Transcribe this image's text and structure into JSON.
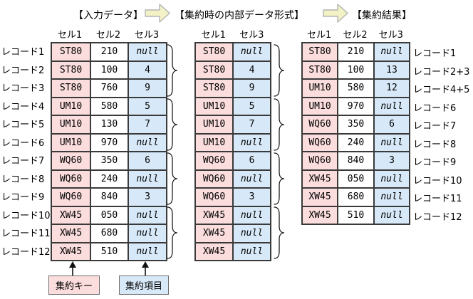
{
  "titles": {
    "input": "【入力データ】",
    "internal": "【集約時の内部データ形式】",
    "result": "【集約結果】"
  },
  "colors": {
    "key_bg": "#fbdddd",
    "item_bg": "#d7e9f8",
    "plain_bg": "#ffffff",
    "grid": "#3a3a3a",
    "arrow_fill": "#f2f2c6",
    "arrow_stroke": "#b3b3b3",
    "brace": "#1a1a1a"
  },
  "input_table": {
    "headers": [
      "セル1",
      "セル2",
      "セル3"
    ],
    "row_labels": [
      "レコード1",
      "レコード2",
      "レコード3",
      "レコード4",
      "レコード5",
      "レコード6",
      "レコード7",
      "レコード8",
      "レコード9",
      "レコード10",
      "レコード11",
      "レコード12"
    ],
    "rows": [
      [
        "ST80",
        "210",
        "null"
      ],
      [
        "ST80",
        "100",
        "4"
      ],
      [
        "ST80",
        "760",
        "9"
      ],
      [
        "UM10",
        "580",
        "5"
      ],
      [
        "UM10",
        "130",
        "7"
      ],
      [
        "UM10",
        "970",
        "null"
      ],
      [
        "WQ60",
        "350",
        "6"
      ],
      [
        "WQ60",
        "240",
        "null"
      ],
      [
        "WQ60",
        "840",
        "3"
      ],
      [
        "XW45",
        "050",
        "null"
      ],
      [
        "XW45",
        "680",
        "null"
      ],
      [
        "XW45",
        "510",
        "null"
      ]
    ]
  },
  "internal_table": {
    "headers": [
      "セル1",
      "セル3"
    ],
    "rows": [
      [
        "ST80",
        "null"
      ],
      [
        "ST80",
        "4"
      ],
      [
        "ST80",
        "9"
      ],
      [
        "UM10",
        "5"
      ],
      [
        "UM10",
        "7"
      ],
      [
        "UM10",
        "null"
      ],
      [
        "WQ60",
        "6"
      ],
      [
        "WQ60",
        "null"
      ],
      [
        "WQ60",
        "3"
      ],
      [
        "XW45",
        "null"
      ],
      [
        "XW45",
        "null"
      ],
      [
        "XW45",
        "null"
      ]
    ]
  },
  "result_table": {
    "headers": [
      "セル1",
      "セル2",
      "セル3"
    ],
    "row_labels": [
      "レコード1",
      "レコード2+3",
      "レコード4+5",
      "レコード6",
      "レコード7",
      "レコード8",
      "レコード9",
      "レコード10",
      "レコード11",
      "レコード12"
    ],
    "rows": [
      [
        "ST80",
        "210",
        "null"
      ],
      [
        "ST80",
        "100",
        "13"
      ],
      [
        "UM10",
        "580",
        "12"
      ],
      [
        "UM10",
        "970",
        "null"
      ],
      [
        "WQ60",
        "350",
        "6"
      ],
      [
        "WQ60",
        "240",
        "null"
      ],
      [
        "WQ60",
        "840",
        "3"
      ],
      [
        "XW45",
        "050",
        "null"
      ],
      [
        "XW45",
        "680",
        "null"
      ],
      [
        "XW45",
        "510",
        "null"
      ]
    ]
  },
  "legend": {
    "key_label": "集約キー",
    "item_label": "集約項目"
  }
}
